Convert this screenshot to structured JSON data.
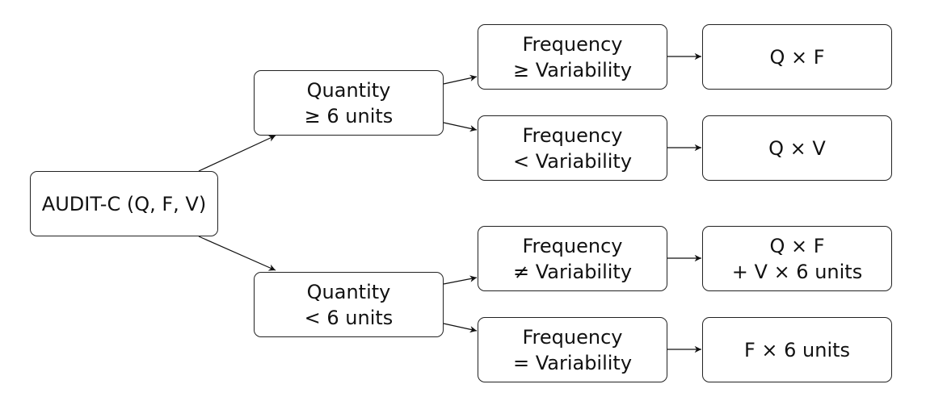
{
  "nodes": {
    "root": {
      "lines": [
        "AUDIT-C (Q, F, V)"
      ]
    },
    "quantity_ge": {
      "lines": [
        "Quantity",
        "≥ 6 units"
      ]
    },
    "quantity_lt": {
      "lines": [
        "Quantity",
        "< 6 units"
      ]
    },
    "freq_ge_var": {
      "lines": [
        "Frequency",
        "≥ Variability"
      ]
    },
    "freq_lt_var": {
      "lines": [
        "Frequency",
        "< Variability"
      ]
    },
    "freq_ne_var": {
      "lines": [
        "Frequency",
        "≠ Variability"
      ]
    },
    "freq_eq_var": {
      "lines": [
        "Frequency",
        "= Variability"
      ]
    },
    "result_qf": {
      "lines": [
        "Q × F"
      ]
    },
    "result_qv": {
      "lines": [
        "Q × V"
      ]
    },
    "result_qfv": {
      "lines": [
        "Q × F",
        "+ V × 6 units"
      ]
    },
    "result_f6": {
      "lines": [
        "F × 6 units"
      ]
    }
  },
  "edges": [
    {
      "from": "root",
      "to": "quantity_ge"
    },
    {
      "from": "root",
      "to": "quantity_lt"
    },
    {
      "from": "quantity_ge",
      "to": "freq_ge_var"
    },
    {
      "from": "quantity_ge",
      "to": "freq_lt_var"
    },
    {
      "from": "quantity_lt",
      "to": "freq_ne_var"
    },
    {
      "from": "quantity_lt",
      "to": "freq_eq_var"
    },
    {
      "from": "freq_ge_var",
      "to": "result_qf"
    },
    {
      "from": "freq_lt_var",
      "to": "result_qv"
    },
    {
      "from": "freq_ne_var",
      "to": "result_qfv"
    },
    {
      "from": "freq_eq_var",
      "to": "result_f6"
    }
  ]
}
